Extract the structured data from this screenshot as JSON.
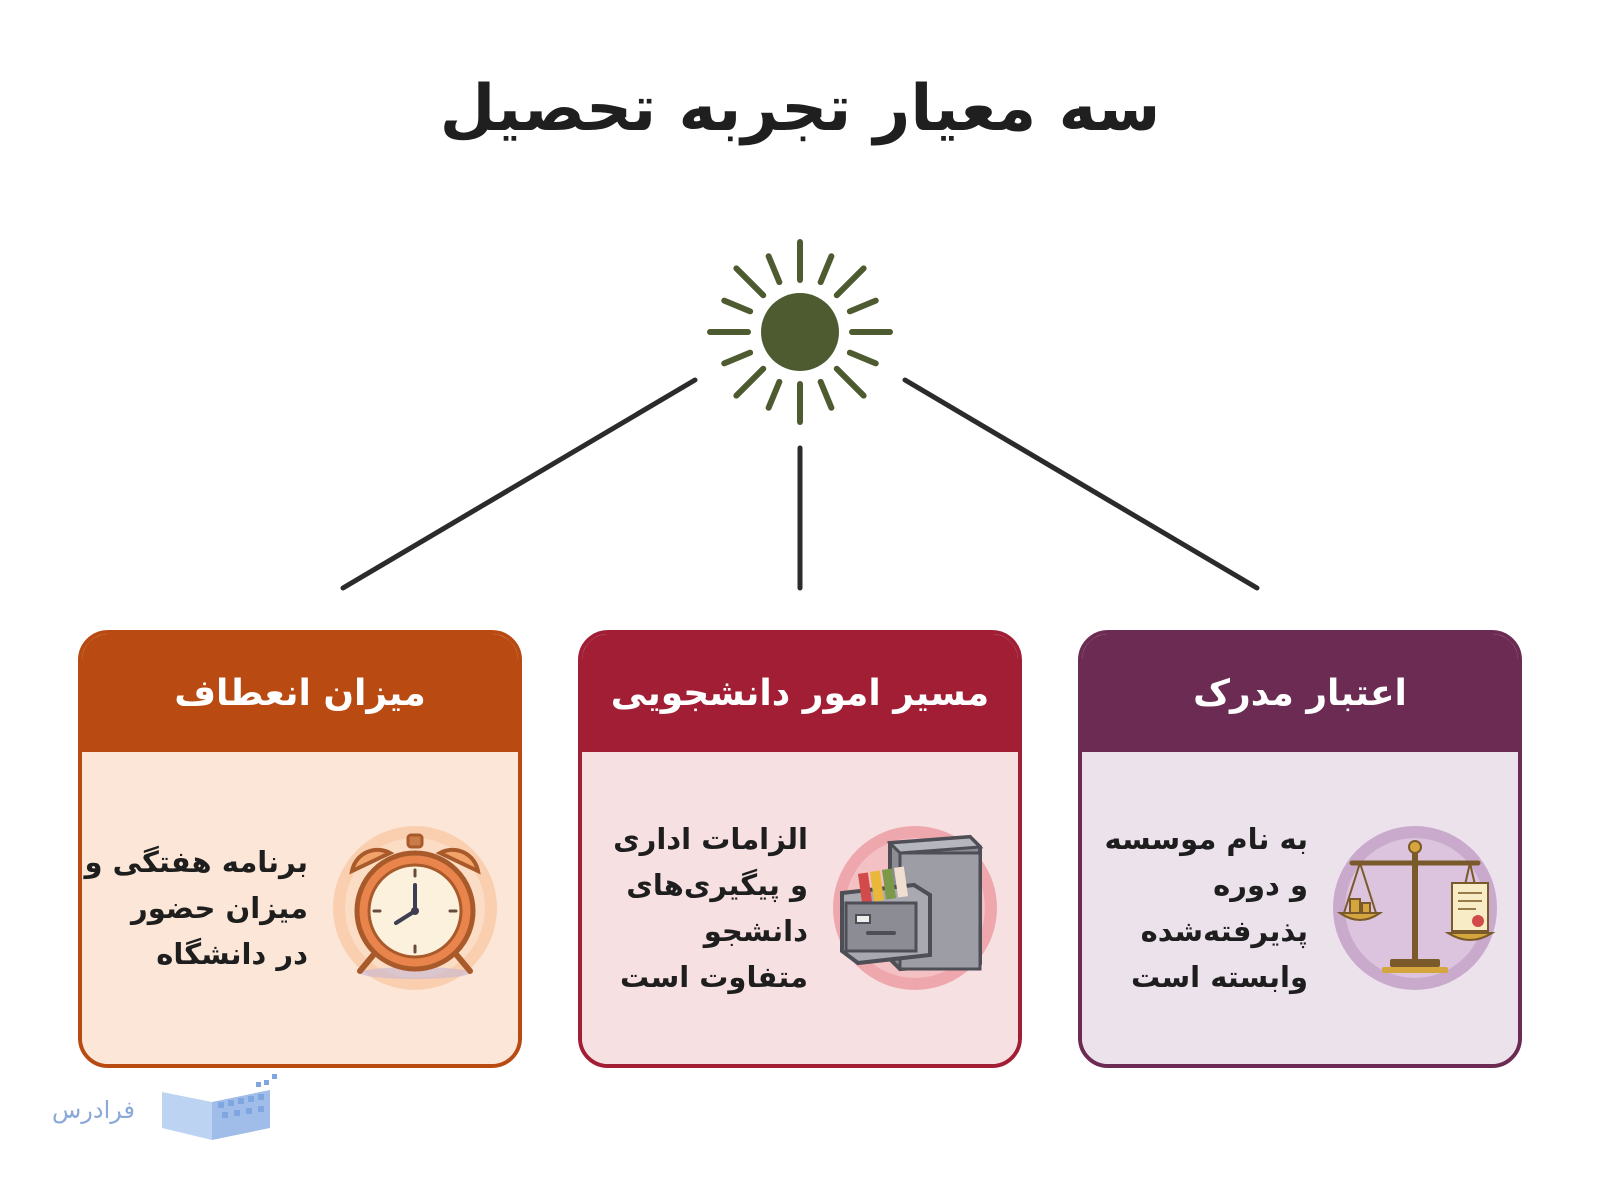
{
  "title": "سه معیار تجربه تحصیل",
  "cards": [
    {
      "title": "اعتبار مدرک",
      "lines": [
        "به نام موسسه",
        "و دوره",
        "پذیرفته‌شده",
        "وابسته است"
      ],
      "icon": "scales-of-justice-icon",
      "header_color": "#6b2b52",
      "body_color": "#ece2ec",
      "border_color": "#6b2b52"
    },
    {
      "title": "مسیر امور دانشجویی",
      "lines": [
        "الزامات اداری",
        "و پیگیری‌های",
        "دانشجو",
        "متفاوت است"
      ],
      "icon": "file-cabinet-icon",
      "header_color": "#a11e35",
      "body_color": "#f6e0e2",
      "border_color": "#a11e35"
    },
    {
      "title": "میزان انعطاف",
      "lines": [
        "برنامه هفتگی و",
        "میزان حضور",
        "در دانشگاه"
      ],
      "icon": "alarm-clock-icon",
      "header_color": "#b94a12",
      "body_color": "#fbe6d8",
      "border_color": "#b94a12"
    }
  ],
  "logo": {
    "text": "فرادرس"
  },
  "colors": {
    "sun": "#4e5b30",
    "connector": "#2b2b2b"
  }
}
